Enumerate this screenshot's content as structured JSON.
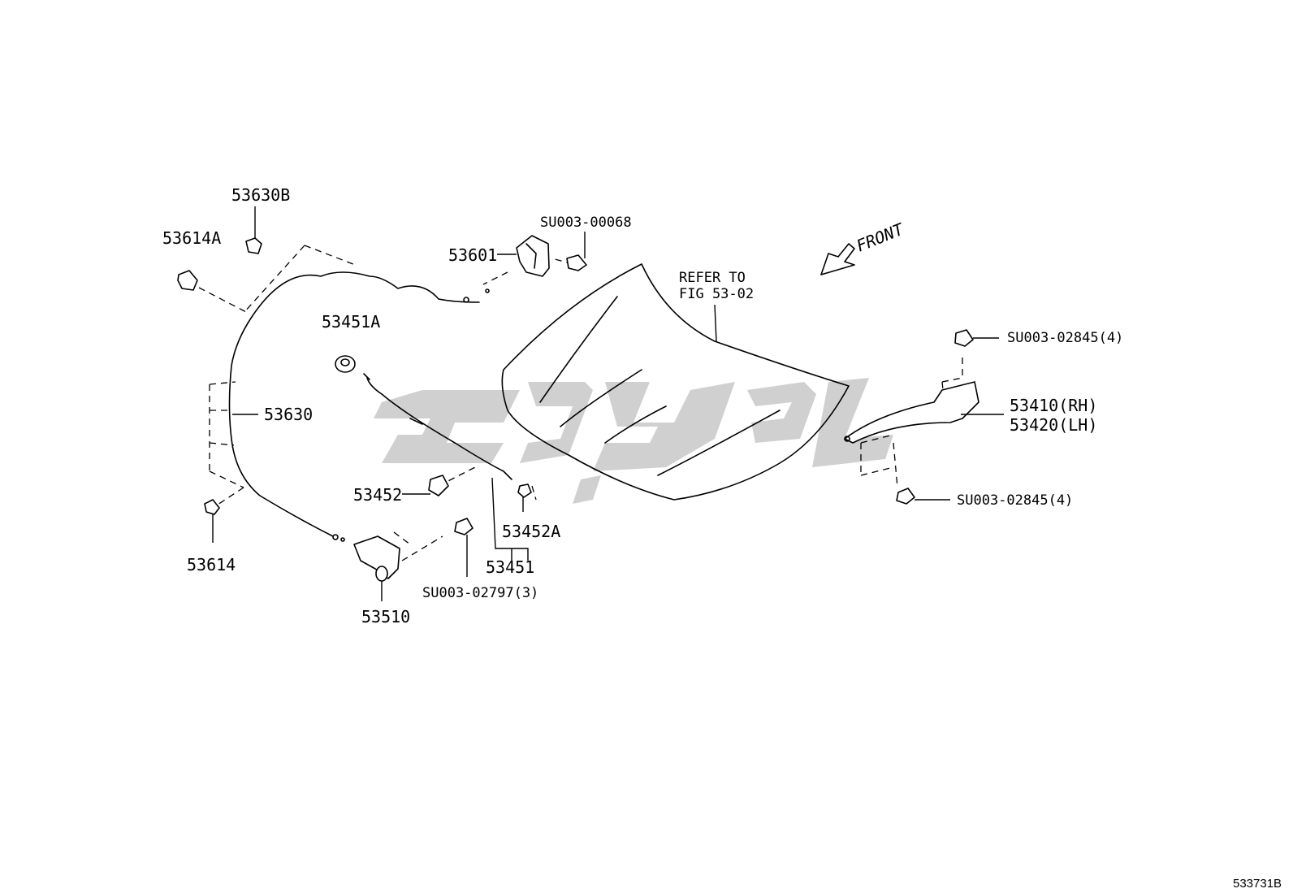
{
  "labels": {
    "p53630B": "53630B",
    "p53614A": "53614A",
    "p53601": "53601",
    "su00068": "SU003-00068",
    "refer1": "REFER TO",
    "refer2": "FIG 53-02",
    "p53451A": "53451A",
    "p53630": "53630",
    "p53452": "53452",
    "p53452A": "53452A",
    "p53451": "53451",
    "p53614": "53614",
    "su02797": "SU003-02797(3)",
    "p53510": "53510",
    "su02845a": "SU003-02845(4)",
    "p53410": "53410(RH)",
    "p53420": "53420(LH)",
    "su02845b": "SU003-02845(4)",
    "front": "FRONT",
    "diagram_no": "533731B"
  },
  "colors": {
    "line": "#000000",
    "watermark": "#c8c8c8",
    "background": "#ffffff"
  }
}
